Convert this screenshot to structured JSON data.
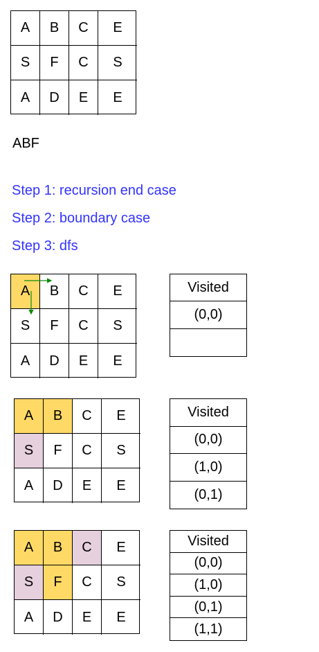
{
  "grid_main": {
    "cells": [
      [
        "A",
        "B",
        "C",
        "E"
      ],
      [
        "S",
        "F",
        "C",
        "S"
      ],
      [
        "A",
        "D",
        "E",
        "E"
      ]
    ]
  },
  "word": "ABF",
  "steps": [
    "Step 1: recursion end case",
    "Step 2: boundary case",
    "Step 3: dfs"
  ],
  "colors": {
    "step_text": "#3333FF",
    "visited_highlight": "#FFD966",
    "candidate_highlight": "#E6D0DE",
    "arrow": "#0A8A0A"
  },
  "stages": [
    {
      "cells": [
        [
          "A",
          "B",
          "C",
          "E"
        ],
        [
          "S",
          "F",
          "C",
          "S"
        ],
        [
          "A",
          "D",
          "E",
          "E"
        ]
      ],
      "highlights": [
        [
          "yellow",
          "",
          "",
          ""
        ],
        [
          "",
          "",
          "",
          ""
        ],
        [
          "",
          "",
          "",
          ""
        ]
      ],
      "visited_title": "Visited",
      "visited": [
        "(0,0)",
        ""
      ]
    },
    {
      "cells": [
        [
          "A",
          "B",
          "C",
          "E"
        ],
        [
          "S",
          "F",
          "C",
          "S"
        ],
        [
          "A",
          "D",
          "E",
          "E"
        ]
      ],
      "highlights": [
        [
          "yellow",
          "yellow",
          "",
          ""
        ],
        [
          "pink",
          "",
          "",
          ""
        ],
        [
          "",
          "",
          "",
          ""
        ]
      ],
      "visited_title": "Visited",
      "visited": [
        "(0,0)",
        "(1,0)",
        "(0,1)"
      ]
    },
    {
      "cells": [
        [
          "A",
          "B",
          "C",
          "E"
        ],
        [
          "S",
          "F",
          "C",
          "S"
        ],
        [
          "A",
          "D",
          "E",
          "E"
        ]
      ],
      "highlights": [
        [
          "yellow",
          "yellow",
          "pink",
          ""
        ],
        [
          "pink",
          "yellow",
          "",
          ""
        ],
        [
          "",
          "",
          "",
          ""
        ]
      ],
      "visited_title": "Visited",
      "visited": [
        "(0,0)",
        "(1,0)",
        "(0,1)",
        "(1,1)"
      ]
    }
  ]
}
